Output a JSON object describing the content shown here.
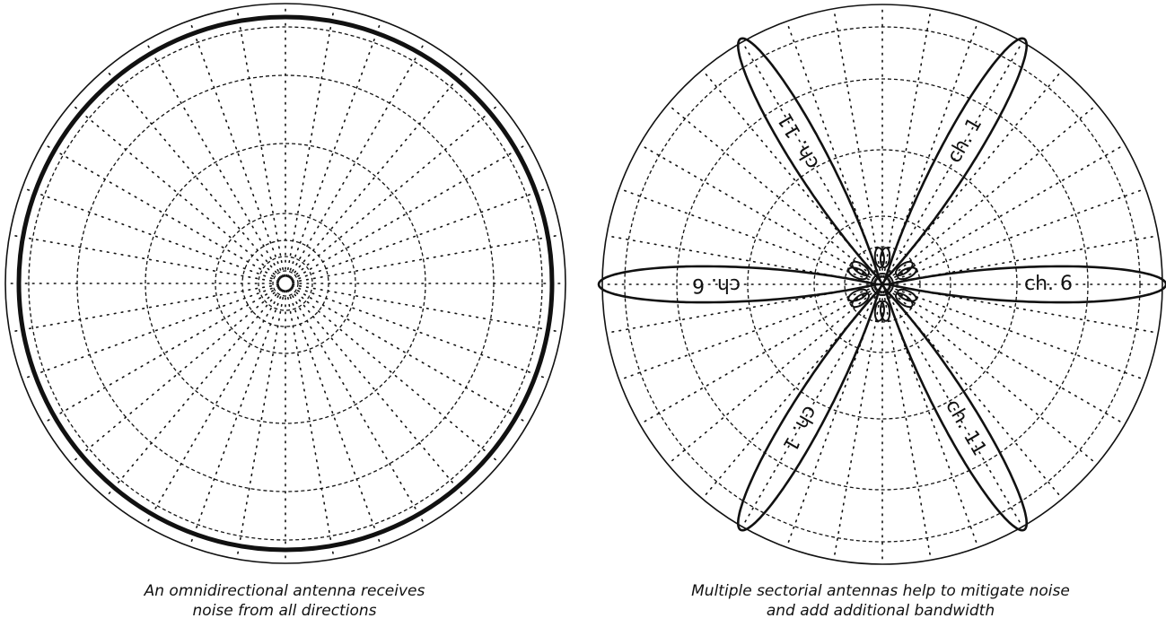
{
  "left_figure": {
    "caption_line1": "An omnidirectional antenna receives",
    "caption_line2": "noise from all directions"
  },
  "right_figure": {
    "caption_line1": "Multiple sectorial antennas help to mitigate noise",
    "caption_line2": "and add additional bandwidth",
    "lobes": [
      {
        "label": "ch. 6",
        "direction_deg": 0
      },
      {
        "label": "ch. 1",
        "direction_deg": 60
      },
      {
        "label": "ch. 11",
        "direction_deg": 120
      },
      {
        "label": "ch. 6",
        "direction_deg": 180
      },
      {
        "label": "ch. 1",
        "direction_deg": 240
      },
      {
        "label": "ch. 11",
        "direction_deg": 300
      }
    ]
  },
  "colors": {
    "line": "#111111",
    "background": "#ffffff"
  }
}
